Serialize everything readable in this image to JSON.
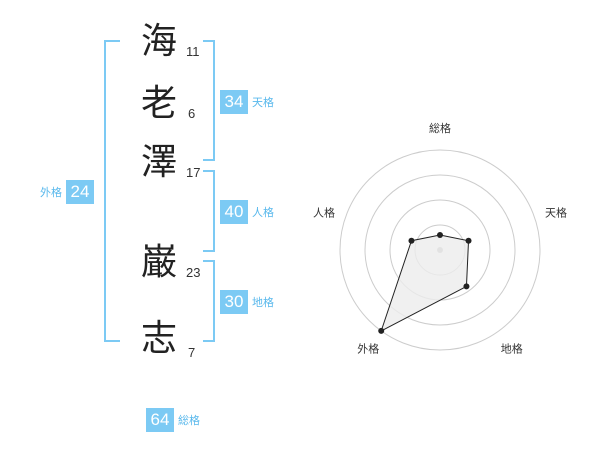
{
  "characters": [
    {
      "char": "海",
      "strokes": "11"
    },
    {
      "char": "老",
      "strokes": "6"
    },
    {
      "char": "澤",
      "strokes": "17"
    },
    {
      "char": "巌",
      "strokes": "23"
    },
    {
      "char": "志",
      "strokes": "7"
    }
  ],
  "fortunes": {
    "tenkaku": {
      "label": "天格",
      "value": "34"
    },
    "jinkaku": {
      "label": "人格",
      "value": "40"
    },
    "chikaku": {
      "label": "地格",
      "value": "30"
    },
    "gaikaku": {
      "label": "外格",
      "value": "24"
    },
    "soukaku": {
      "label": "総格",
      "value": "64"
    }
  },
  "chart_data": {
    "type": "radar",
    "axes": [
      "総格",
      "天格",
      "地格",
      "外格",
      "人格"
    ],
    "values": [
      0.15,
      0.3,
      0.45,
      1.0,
      0.3
    ],
    "range": [
      0,
      1
    ],
    "rings": 4,
    "colors": {
      "fill": "#ececec",
      "line": "#222222",
      "grid": "#cccccc",
      "center": "#bbbbbb"
    }
  }
}
